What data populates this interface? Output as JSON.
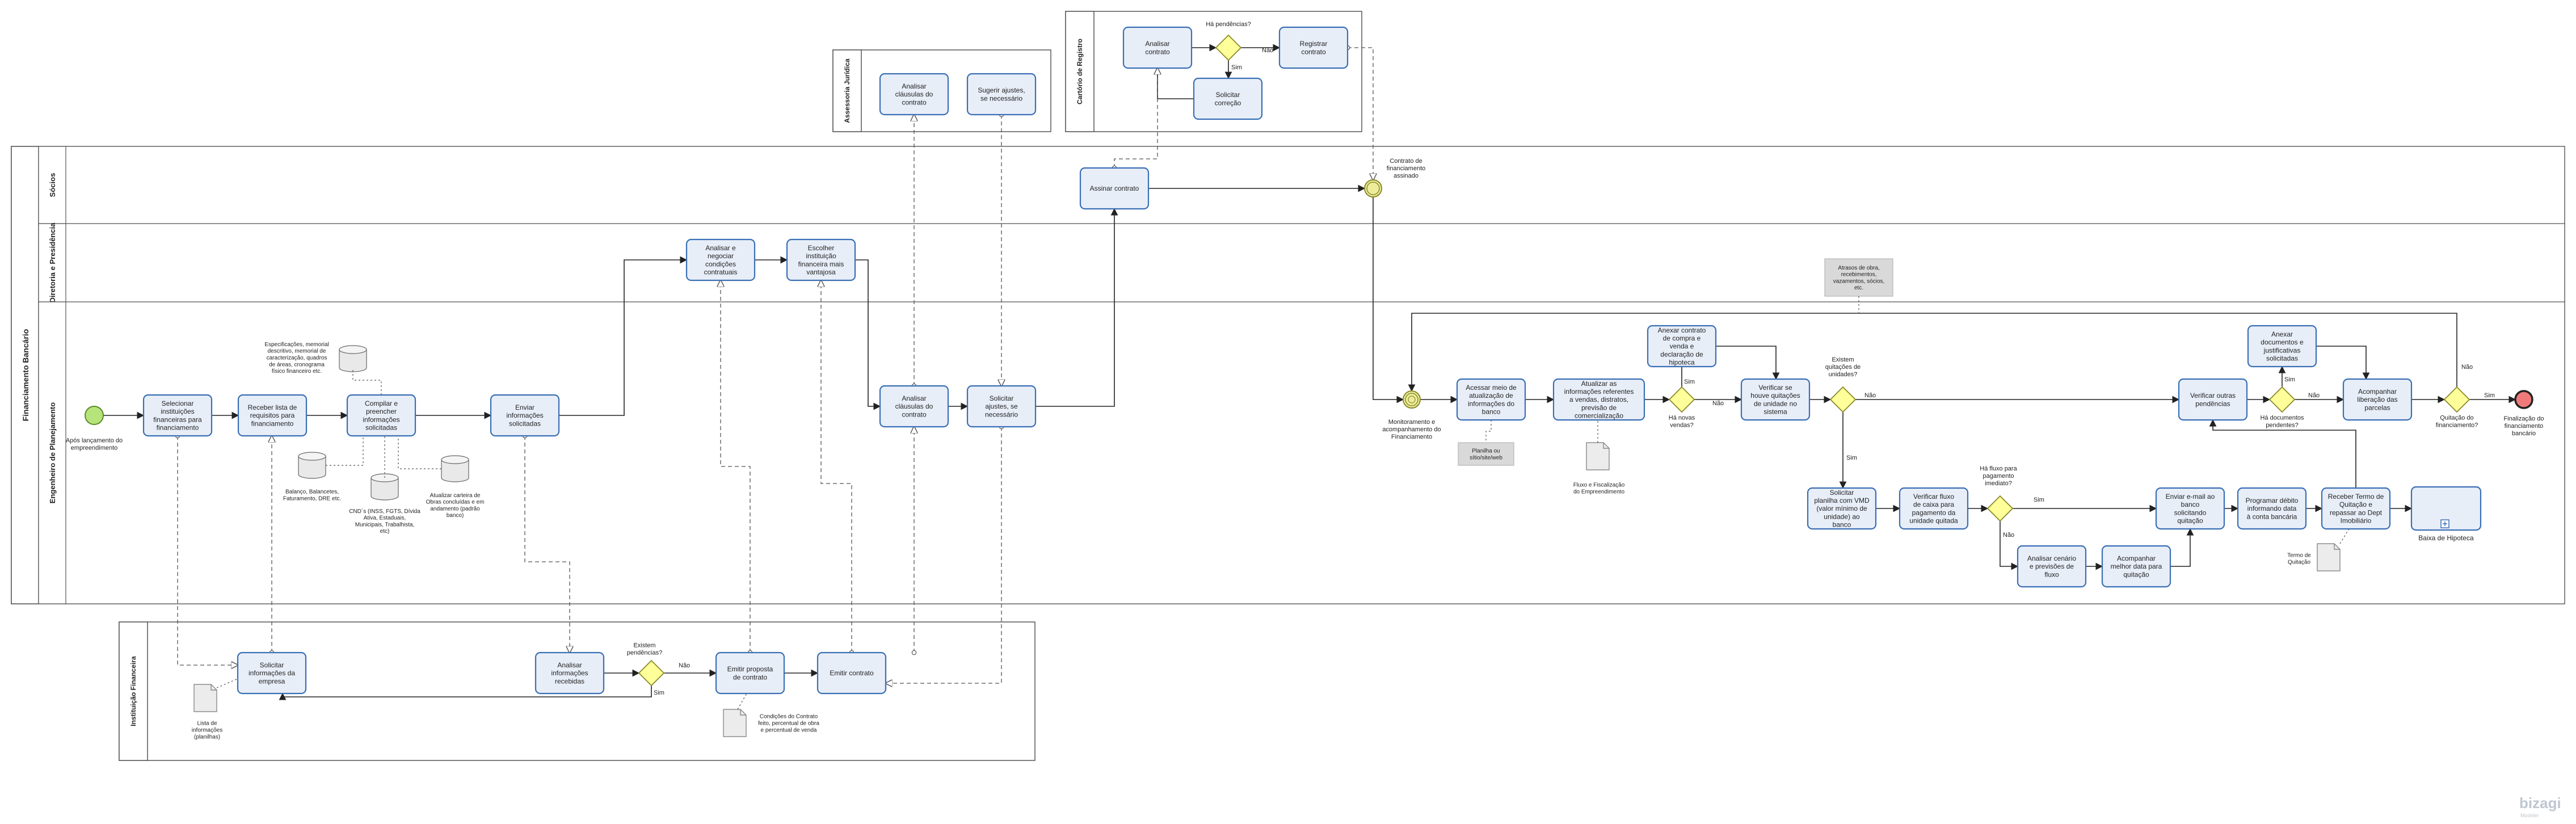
{
  "pools": {
    "main": "Financiamento Bancário",
    "assessoria": "Assessoria Jurídica",
    "cartorio": "Cartório de Registro",
    "instituicao": "Instituição Financeira"
  },
  "lanes": {
    "socios": "Sócios",
    "diretoria": "Diretoria e Presidência",
    "engenheiro": "Engenheiro de Planejamento"
  },
  "tasks": {
    "selecionar": "Selecionar instituições financeiras para financiamento",
    "receber_lista": "Receber lista de requisitos para financiamento",
    "compilar": "Compilar e preencher informações solicitadas",
    "enviar_info": "Enviar informações solicitadas",
    "analisar_negociar": "Analisar e negociar condições contratuais",
    "escolher_inst": "Escolher instituição financeira mais vantajosa",
    "analisar_clausulas_eng": "Analisar cláusulas do contrato",
    "solicitar_ajustes_eng": "Solicitar ajustes, se necessário",
    "assinar": "Assinar contrato",
    "analisar_clausulas_jur": "Analisar cláusulas do contrato",
    "sugerir_ajustes_jur": "Sugerir ajustes, se necessário",
    "analisar_cart": "Analisar contrato",
    "solicitar_correcao": "Solicitar correção",
    "registrar": "Registrar contrato",
    "solicitar_info_emp": "Solicitar informações da empresa",
    "analisar_recebidas": "Analisar informações recebidas",
    "emitir_proposta": "Emitir proposta de contrato",
    "emitir_contrato": "Emitir contrato",
    "acessar_meio": "Acessar meio de atualização de informações do banco",
    "atualizar_info": "Atualizar as informações referentes a vendas, distratos, previsão de comercialização",
    "anexar_contrato": "Anexar contrato de compra e venda e declaração de hipoteca",
    "verificar_quitacoes": "Verificar se houve quitações de unidade no sistema",
    "solicitar_planilha": "Solicitar planilha com VMD (valor mínimo de unidade) ao banco",
    "verificar_fluxo": "Verificar fluxo de caixa para pagamento da unidade quitada",
    "enviar_email": "Enviar e-mail ao banco solicitando quitação",
    "programar_debito": "Programar débito informando data à conta bancária",
    "receber_termo": "Receber Termo de Quitação e repassar ao Dept Imobiliário",
    "baixa": "Baixa de Hipoteca",
    "analisar_cenario": "Analisar cenário e previsões de fluxo",
    "acompanhar_melhor": "Acompanhar melhor data para quitação",
    "verificar_pendencias": "Verificar outras pendências",
    "anexar_docs": "Anexar documentos e justificativas solicitadas",
    "acompanhar_liberacao": "Acompanhar liberação das parcelas"
  },
  "gateways": {
    "ha_pendencias": "Há pendências?",
    "existem_pendencias": "Existem pendências?",
    "ha_novas_vendas": "Há novas vendas?",
    "existem_quitacoes": "Existem quitações de unidades?",
    "ha_fluxo": "Há fluxo para pagamento imediato?",
    "ha_docs_pendentes": "Há documentos pendentes?",
    "quitacao_fin": "Quitação do financiamento?"
  },
  "events": {
    "start": "Após lançamento do empreendimento",
    "contrato_assinado": "Contrato de financiamento assinado",
    "monitoramento": "Monitoramento e acompanhamento do Financiamento",
    "end": "Finalização do financiamento bancário"
  },
  "flow_labels": {
    "sim": "Sim",
    "nao": "Não"
  },
  "artifacts": {
    "especificacoes": "Especificações, memorial descritivo, memorial de caracterização, quadros de áreas, cronograma físico financeiro etc.",
    "balancos": "Balanço, Balancetes, Faturamento, DRE etc.",
    "cnd": "CND´s (INSS, FGTS, Dívida Ativa, Estaduais, Municipais, Trabalhista, etc)",
    "carteira": "Atualizar carteira de Obras concluídas e em andamento (padrão banco)",
    "lista_info": "Lista de informações (planilhas)",
    "condicoes": "Condições do Contrato feito, percentual de obra e percentual de venda",
    "planilha": "Planilha ou sítio/site/web",
    "fluxo_fiscal": "Fluxo e Fiscalização do Empreendimento",
    "termo_quitacao": "Termo de Quitação",
    "atrasos": "Atrasos de obra, recebimentos, vazamentos, sócios, etc."
  },
  "logo": "bizagi",
  "logo_sub": "Modeler",
  "colors": {
    "task_fill": "#e8eef8",
    "task_stroke": "#3a6fb5",
    "gateway_fill": "#ffff99",
    "start_fill": "#b6e37a",
    "end_fill": "#f07a7a",
    "intermediate_fill": "#ecec9a",
    "note_fill": "#d9d9d9"
  }
}
